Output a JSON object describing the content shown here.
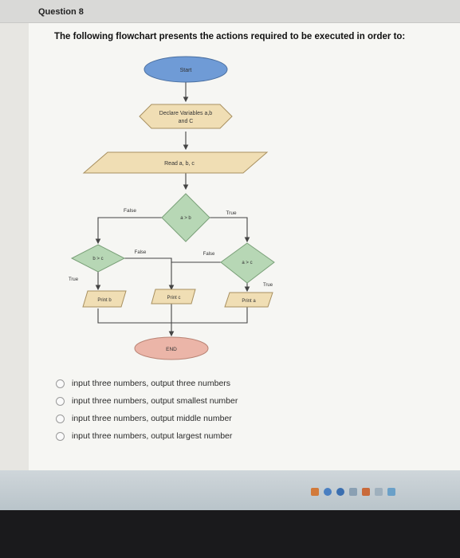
{
  "question": {
    "number_label": "Question 8"
  },
  "prompt": "The following flowchart presents the actions required to be executed in order to:",
  "flowchart": {
    "start": "Start",
    "declare_line1": "Declare Variables a,b",
    "declare_line2": "and C",
    "read": "Read a, b, c",
    "decision_ab": "a > b",
    "decision_bc": "b > c",
    "decision_ac": "a > c",
    "label_false_1": "False",
    "label_true_1": "True",
    "label_false_2": "False",
    "label_false_3": "False",
    "label_true_2": "True",
    "label_true_3": "True",
    "print_b": "Print b",
    "print_c": "Print c",
    "print_a": "Print a",
    "end": "END"
  },
  "options": [
    {
      "label": "input three numbers, output three numbers"
    },
    {
      "label": "input three numbers, output smallest number"
    },
    {
      "label": "input three numbers, output middle number"
    },
    {
      "label": "input three numbers, output largest number"
    }
  ],
  "colors": {
    "start": "#6f9bd6",
    "process": "#f0deb4",
    "decision": "#b7d7b5",
    "end": "#ebb5a8"
  }
}
